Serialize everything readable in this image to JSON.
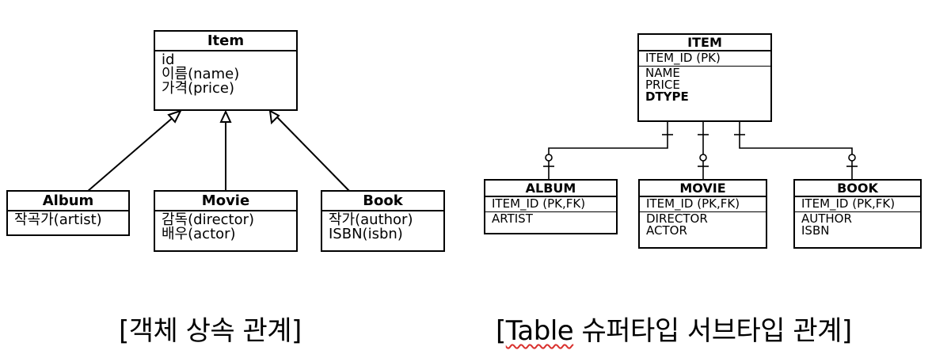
{
  "inheritance": {
    "caption": "[객체 상속 관계]",
    "parent": {
      "name": "Item",
      "fields": [
        "id",
        "이름(name)",
        "가격(price)"
      ]
    },
    "children": [
      {
        "name": "Album",
        "fields": [
          "작곡가(artist)"
        ]
      },
      {
        "name": "Movie",
        "fields": [
          "감독(director)",
          "배우(actor)"
        ]
      },
      {
        "name": "Book",
        "fields": [
          "작가(author)",
          "ISBN(isbn)"
        ]
      }
    ]
  },
  "tables": {
    "caption_prefix": "[",
    "caption_word": "Table",
    "caption_rest": " 슈퍼타입 서브타입 관계]",
    "supertype": {
      "name": "ITEM",
      "key": "ITEM_ID (PK)",
      "columns": [
        "NAME",
        "PRICE",
        "DTYPE"
      ]
    },
    "subtypes": [
      {
        "name": "ALBUM",
        "key": "ITEM_ID (PK,FK)",
        "columns": [
          "ARTIST"
        ]
      },
      {
        "name": "MOVIE",
        "key": "ITEM_ID (PK,FK)",
        "columns": [
          "DIRECTOR",
          "ACTOR"
        ]
      },
      {
        "name": "BOOK",
        "key": "ITEM_ID (PK,FK)",
        "columns": [
          "AUTHOR",
          "ISBN"
        ]
      }
    ]
  }
}
